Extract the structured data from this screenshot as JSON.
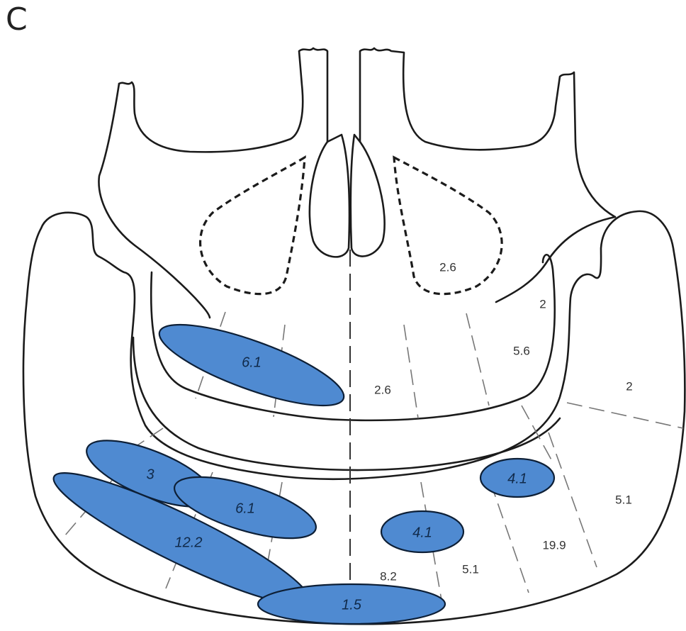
{
  "panel_letter": "C",
  "colors": {
    "lesion_fill": "#4f8ad1",
    "outline": "#1b1b1b"
  },
  "lesions": [
    {
      "id": "upper-left-posterior",
      "label": "6.1"
    },
    {
      "id": "ramus-upper",
      "label": "3"
    },
    {
      "id": "ramus-inner",
      "label": "6.1"
    },
    {
      "id": "ramus-lower",
      "label": "12.2"
    },
    {
      "id": "symphysis-right",
      "label": "4.1"
    },
    {
      "id": "body-right",
      "label": "4.1"
    },
    {
      "id": "chin",
      "label": "1.5"
    }
  ],
  "zone_values": [
    {
      "id": "sinus-right",
      "label": "2.6"
    },
    {
      "id": "maxilla-right-lateral",
      "label": "2"
    },
    {
      "id": "maxilla-right-posterior",
      "label": "5.6"
    },
    {
      "id": "maxilla-midline-right",
      "label": "2.6"
    },
    {
      "id": "condyle-right",
      "label": "2"
    },
    {
      "id": "angle-right",
      "label": "5.1"
    },
    {
      "id": "body-right-posterior",
      "label": "19.9"
    },
    {
      "id": "parasymphysis-right",
      "label": "5.1"
    },
    {
      "id": "symphysis-midline",
      "label": "8.2"
    }
  ]
}
